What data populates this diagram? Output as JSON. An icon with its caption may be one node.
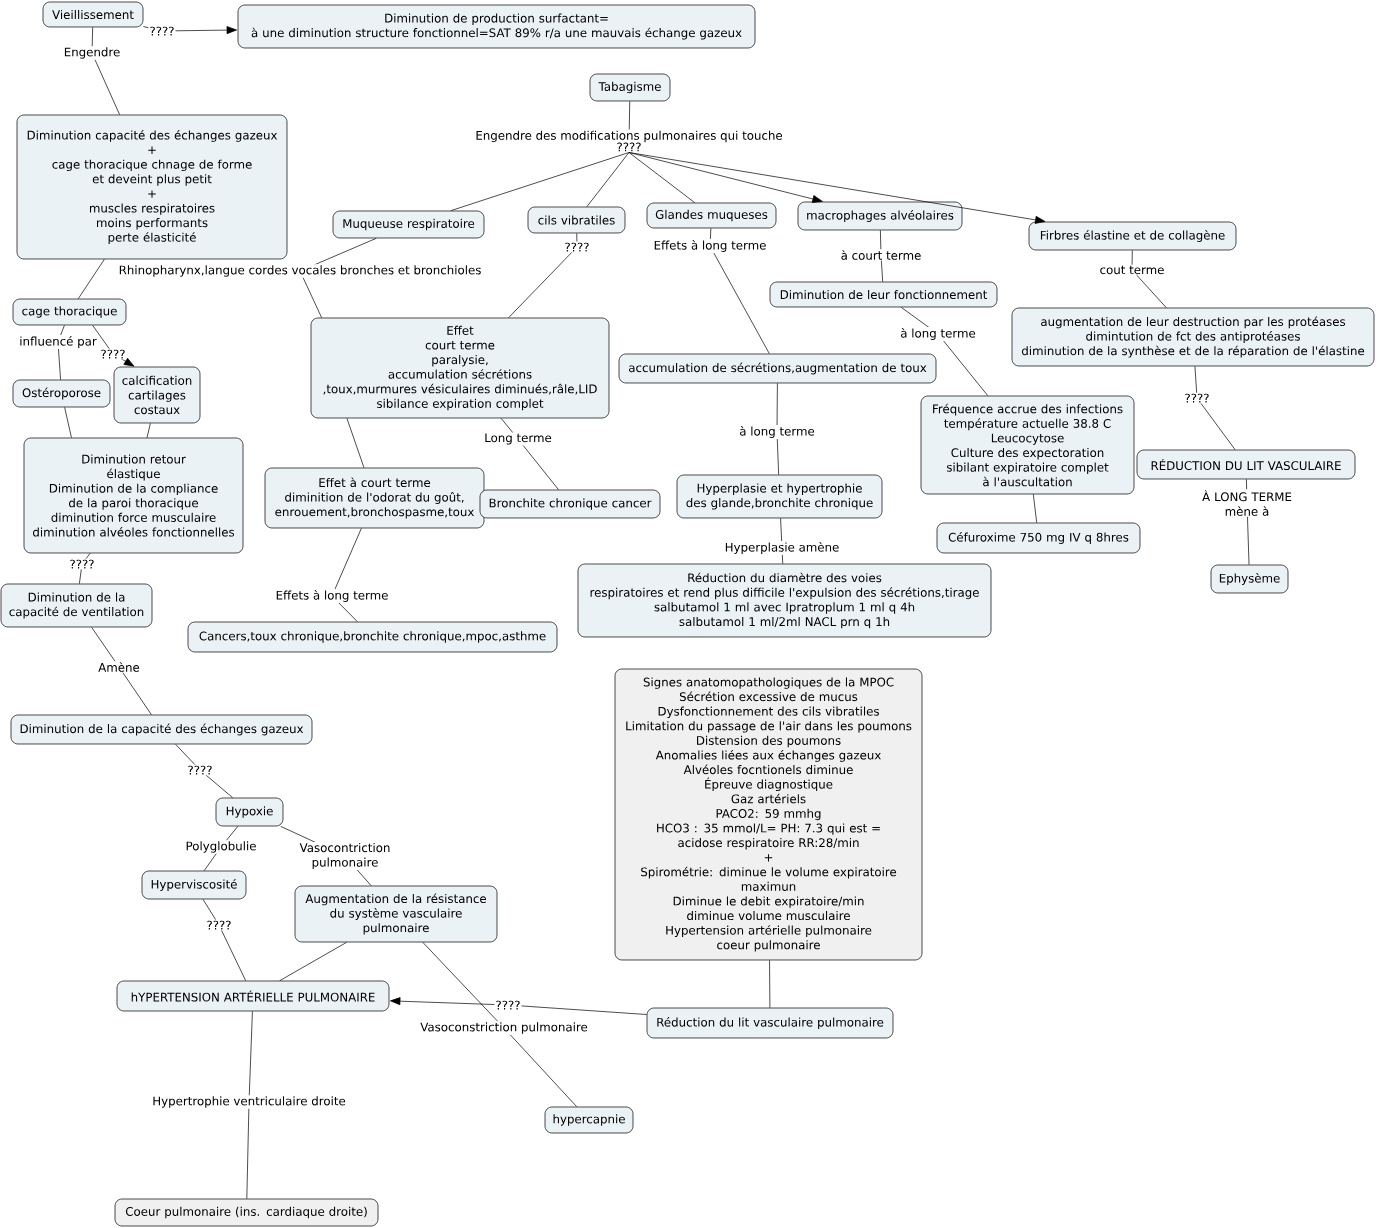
{
  "diagram": {
    "nodes": [
      {
        "text": [
          "Vieillissement"
        ]
      },
      {
        "text": [
          "Diminution de production surfactant=",
          "à une diminution structure fonctionnel=SAT 89% r/a une mauvais échange gazeux"
        ]
      },
      {
        "text": [
          "Tabagisme"
        ]
      },
      {
        "text": [
          "Engendre des modifications pulmonaires qui touche",
          "????"
        ]
      },
      {
        "text": [
          "Diminution capacité des échanges gazeux",
          "+",
          "cage thoracique chnage de forme et deveint plus petit",
          "+",
          "muscles respiratoires moins performants",
          "perte élasticité"
        ]
      },
      {
        "text": [
          "Muqueuse respiratoire"
        ]
      },
      {
        "text": [
          "cils vibratiles"
        ]
      },
      {
        "text": [
          "Glandes muqueses"
        ]
      },
      {
        "text": [
          "macrophages alvéolaires"
        ]
      },
      {
        "text": [
          "Firbres élastine et de collagène"
        ]
      },
      {
        "text": [
          "cage thoracique"
        ]
      },
      {
        "text": [
          "Effet",
          "court terme",
          "paralysie,",
          "accumulation sécrétions",
          ",toux,murmures vésiculaires diminués,râle,LID",
          "sibilance expiration complet"
        ]
      },
      {
        "text": [
          "Diminution de leur fonctionnement"
        ]
      },
      {
        "text": [
          "augmentation de leur destruction par les protéases",
          "dimintution de fct des antiprotéases",
          "diminution de la synthèse et de la réparation de l'élastine"
        ]
      },
      {
        "text": [
          "Ostéroporose"
        ]
      },
      {
        "text": [
          "calcification cartilages costaux"
        ]
      },
      {
        "text": [
          "accumulation de sécrétions,augmentation de toux"
        ]
      },
      {
        "text": [
          "Fréquence accrue des infections",
          "température actuelle 38.8 C",
          "Leucocytose",
          "Culture des expectoration",
          "sibilant expiratoire complet à l'auscultation"
        ]
      },
      {
        "text": [
          "RÉDUCTION DU LIT VASCULAIRE"
        ]
      },
      {
        "text": [
          "Diminution retour élastique",
          "Diminution de la compliance de la paroi thoracique",
          "diminution force musculaire",
          "diminution alvéoles fonctionnelles"
        ]
      },
      {
        "text": [
          "Effet à court terme",
          "diminition de l'odorat du goût, enrouement,bronchospasme,toux"
        ]
      },
      {
        "text": [
          "Bronchite chronique cancer"
        ]
      },
      {
        "text": [
          "Hyperplasie et hypertrophie",
          "des glande,bronchite chronique"
        ]
      },
      {
        "text": [
          "Céfuroxime 750 mg IV q 8hres"
        ]
      },
      {
        "text": [
          "Ephysème"
        ]
      },
      {
        "text": [
          "Diminution de la capacité de ventilation"
        ]
      },
      {
        "text": [
          "Réduction du diamètre des voies",
          "respiratoires et rend plus difficile l'expulsion des sécrétions,tirage",
          "salbutamol 1 ml avec Ipratroplum 1 ml q 4h",
          "salbutamol 1 ml/2ml NACL prn q 1h"
        ]
      },
      {
        "text": [
          "Cancers,toux chronique,bronchite chronique,mpoc,asthme"
        ]
      },
      {
        "text": [
          "Signes anatomopathologiques de la MPOC",
          "Sécrétion excessive de mucus",
          "Dysfonctionnement des cils vibratiles",
          "Limitation du passage de l'air dans les poumons",
          "Distension des poumons",
          "Anomalies liées aux échanges gazeux",
          "Alvéoles focntionels diminue",
          "Épreuve diagnostique",
          "Gaz artériels",
          "PACO2: 59 mmhg",
          "HCO3 : 35 mmol/L= PH: 7.3 qui est = acidose respiratoire RR:28/min",
          "+",
          "Spirométrie: diminue le volume expiratoire maximun",
          "Diminue le debit expiratoire/min",
          "diminue volume musculaire",
          "Hypertension artérielle pulmonaire",
          "coeur pulmonaire"
        ]
      },
      {
        "text": [
          "Diminution de la capacité des échanges gazeux"
        ]
      },
      {
        "text": [
          "Hypoxie"
        ]
      },
      {
        "text": [
          "Hyperviscosité"
        ]
      },
      {
        "text": [
          "Augmentation de la résistance du système vasculaire pulmonaire"
        ]
      },
      {
        "text": [
          "hYPERTENSION ARTÉRIELLE PULMONAIRE"
        ]
      },
      {
        "text": [
          "Réduction du lit vasculaire pulmonaire"
        ]
      },
      {
        "text": [
          "hypercapnie"
        ]
      },
      {
        "text": [
          "Coeur pulmonaire (ins. cardiaque droite)"
        ]
      }
    ],
    "edges": [
      {
        "from": 0,
        "to": 1,
        "arrow": "to",
        "label": "????"
      },
      {
        "from": 0,
        "to": 4,
        "arrow": "none",
        "label": "Engendre"
      },
      {
        "from": 2,
        "to": 3,
        "arrow": "none"
      },
      {
        "from": 3,
        "to": 5,
        "arrow": "none"
      },
      {
        "from": 3,
        "to": 6,
        "arrow": "none"
      },
      {
        "from": 3,
        "to": 7,
        "arrow": "none"
      },
      {
        "from": 3,
        "to": 8,
        "arrow": "to"
      },
      {
        "from": 3,
        "to": 9,
        "arrow": "to"
      },
      {
        "from": 4,
        "to": 10,
        "arrow": "none"
      },
      {
        "from": 10,
        "to": 14,
        "arrow": "none",
        "label": "influencé par"
      },
      {
        "from": 10,
        "to": 15,
        "arrow": "to",
        "label": "????"
      },
      {
        "from": 5,
        "to": 11,
        "arrow": "none",
        "label": "Rhinopharynx,langue cordes vocales bronches et bronchioles"
      },
      {
        "from": 6,
        "to": 11,
        "arrow": "none",
        "label": "????"
      },
      {
        "from": 7,
        "to": 16,
        "arrow": "none",
        "label": "Effets à long terme"
      },
      {
        "from": 8,
        "to": 12,
        "arrow": "none",
        "label": "à court terme"
      },
      {
        "from": 12,
        "to": 17,
        "arrow": "none",
        "label": "à long terme"
      },
      {
        "from": 9,
        "to": 13,
        "arrow": "none",
        "label": "cout terme"
      },
      {
        "from": 13,
        "to": 18,
        "arrow": "none",
        "label": "????"
      },
      {
        "from": 14,
        "to": 19,
        "arrow": "none"
      },
      {
        "from": 15,
        "to": 19,
        "arrow": "none"
      },
      {
        "from": 11,
        "to": 20,
        "arrow": "none"
      },
      {
        "from": 11,
        "to": 21,
        "arrow": "none",
        "label": "Long terme"
      },
      {
        "from": 16,
        "to": 22,
        "arrow": "none",
        "label": "à long terme"
      },
      {
        "from": 17,
        "to": 23,
        "arrow": "none"
      },
      {
        "from": 18,
        "to": 24,
        "arrow": "none",
        "label": "À LONG TERME mène à"
      },
      {
        "from": 19,
        "to": 25,
        "arrow": "none",
        "label": "????"
      },
      {
        "from": 20,
        "to": 27,
        "arrow": "none",
        "label": "Effets à long terme"
      },
      {
        "from": 22,
        "to": 26,
        "arrow": "none",
        "label": "Hyperplasie amène"
      },
      {
        "from": 25,
        "to": 29,
        "arrow": "none",
        "label": "Amène"
      },
      {
        "from": 29,
        "to": 30,
        "arrow": "none",
        "label": "????"
      },
      {
        "from": 30,
        "to": 31,
        "arrow": "none",
        "label": "Polyglobulie"
      },
      {
        "from": 30,
        "to": 32,
        "arrow": "none",
        "label": "Vasocontriction pulmonaire"
      },
      {
        "from": 31,
        "to": 33,
        "arrow": "none",
        "label": "????"
      },
      {
        "from": 32,
        "to": 33,
        "arrow": "none"
      },
      {
        "from": 34,
        "to": 33,
        "arrow": "to",
        "label": "????"
      },
      {
        "from": 35,
        "to": 32,
        "arrow": "none",
        "label": "Vasoconstriction pulmonaire"
      },
      {
        "from": 33,
        "to": 36,
        "arrow": "none",
        "label": "Hypertrophie ventriculaire droite"
      },
      {
        "from": 28,
        "to": 34,
        "arrow": "none"
      }
    ]
  }
}
